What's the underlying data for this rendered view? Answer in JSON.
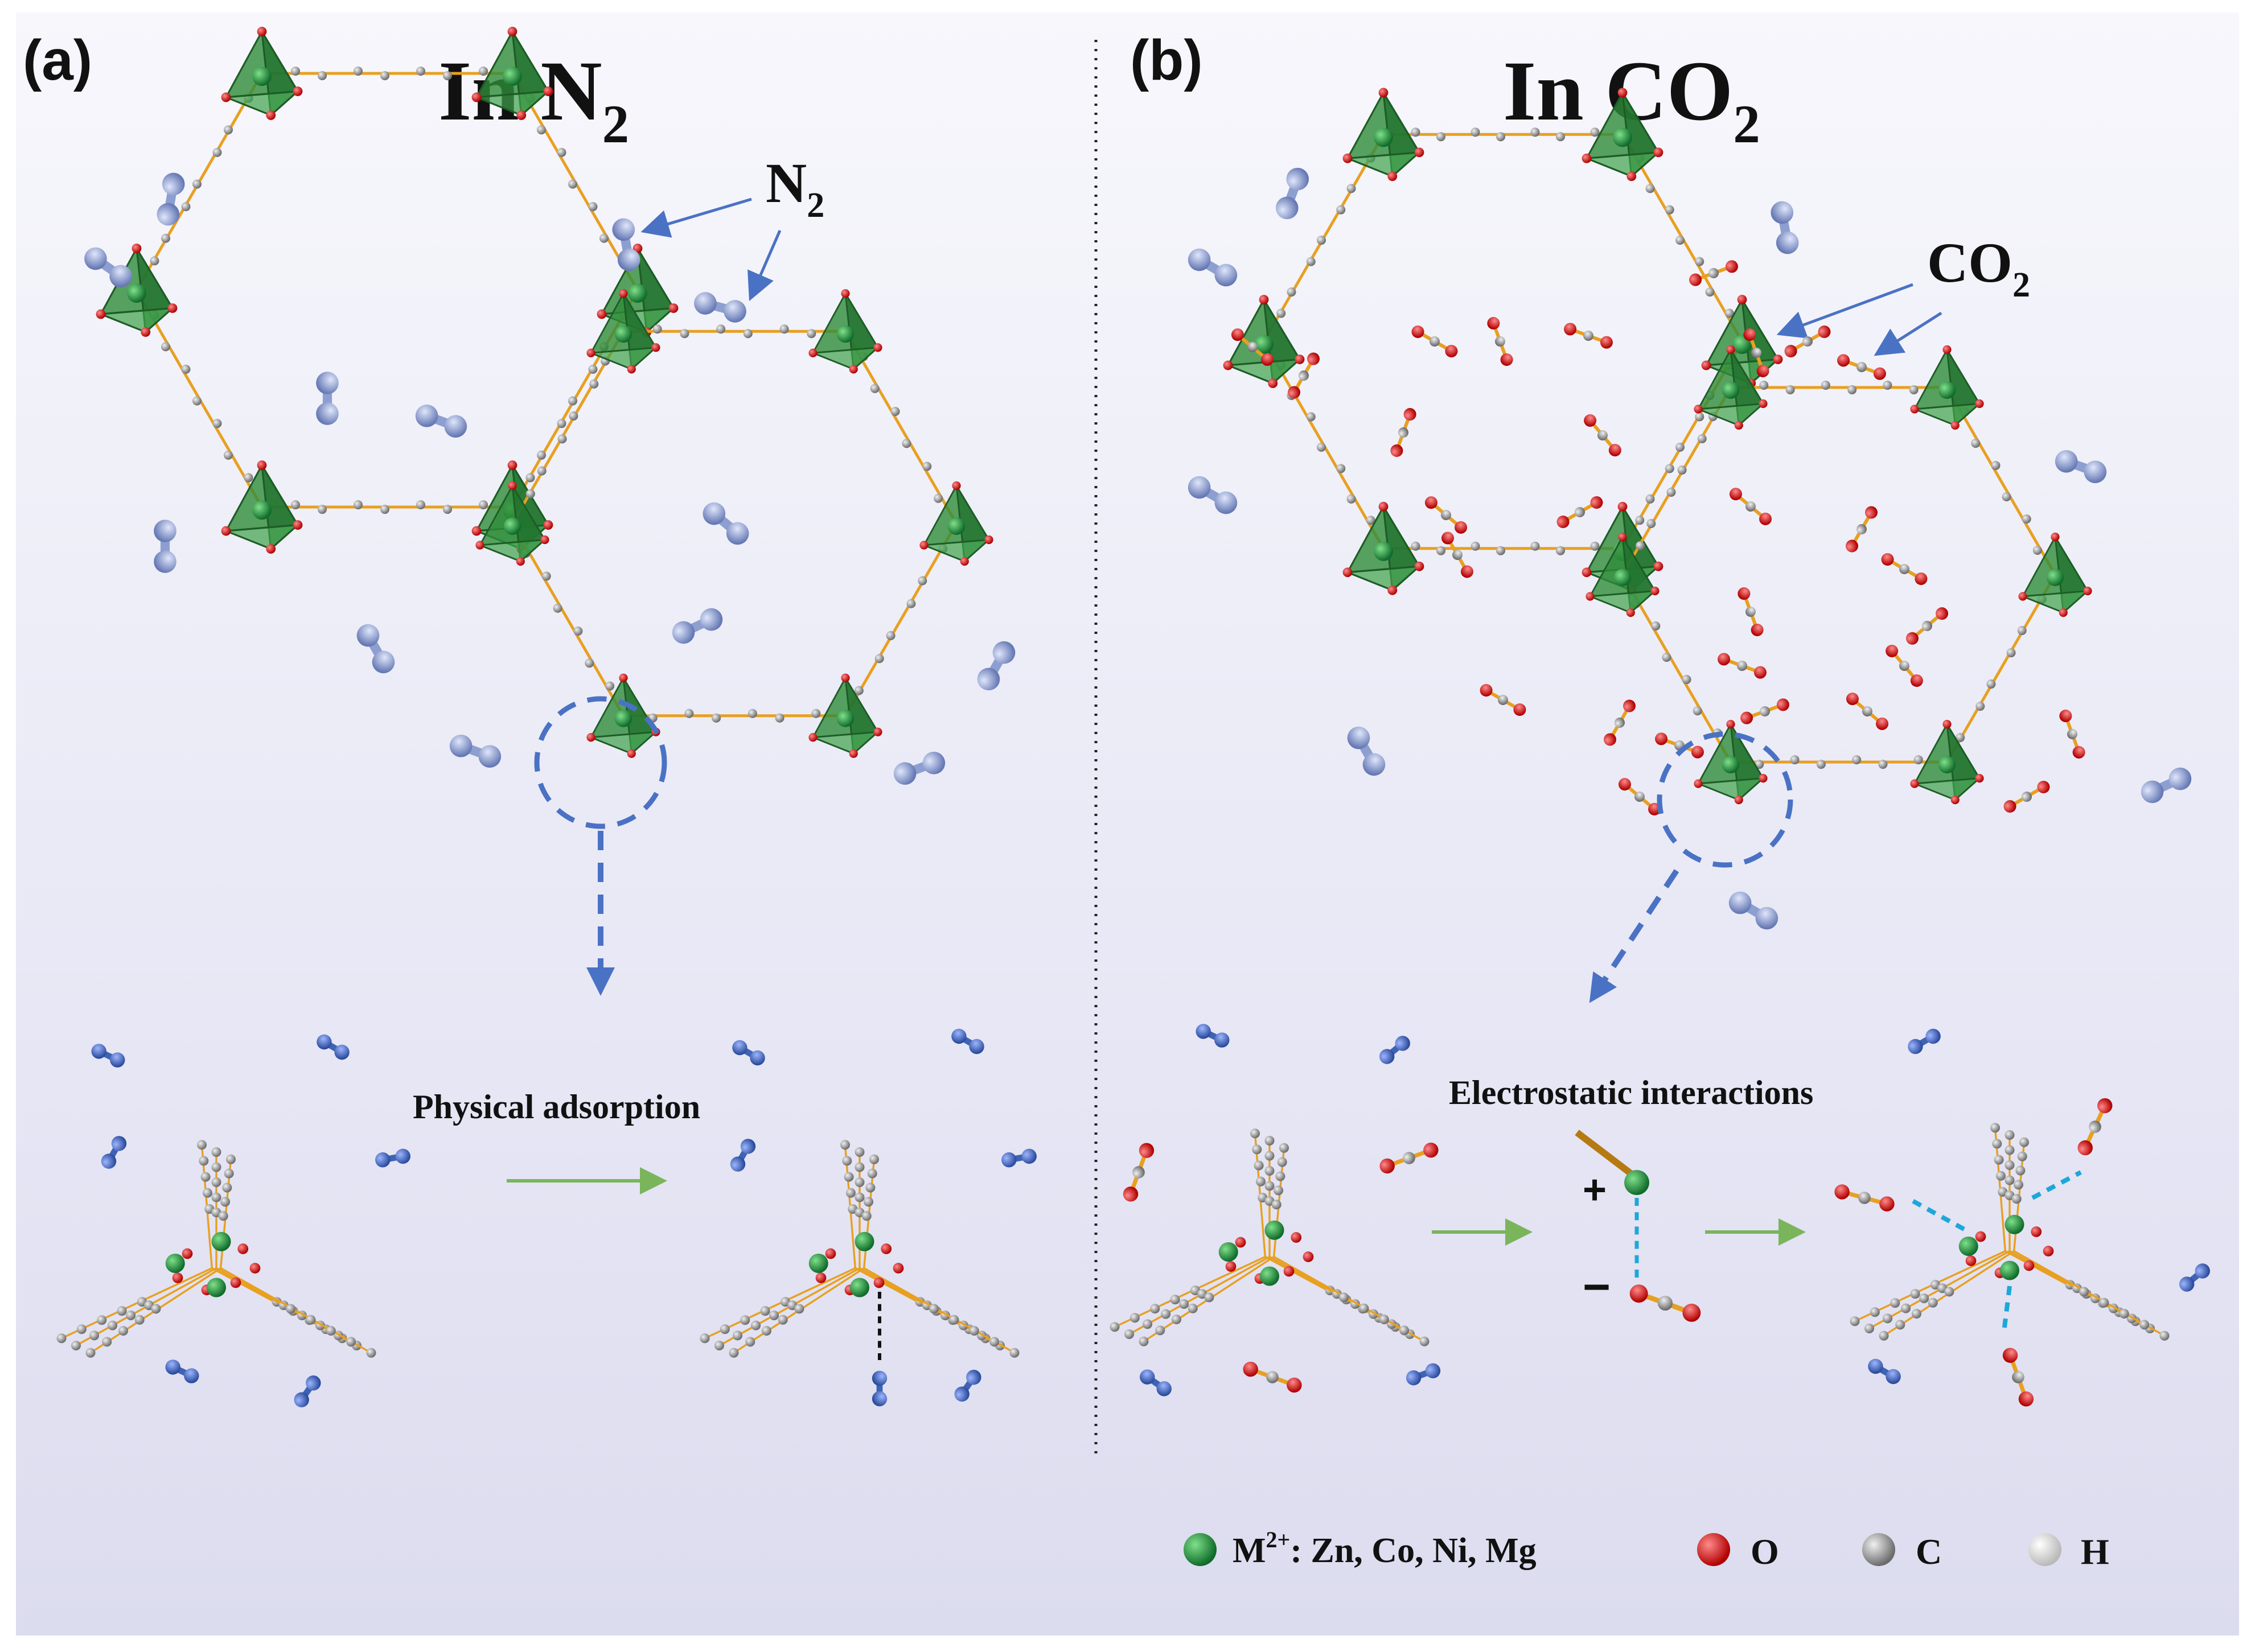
{
  "panel_a": {
    "label": "(a)",
    "title_main": "In N",
    "title_sub": "2",
    "gas_main": "N",
    "gas_sub": "2",
    "process": "Physical adsorption"
  },
  "panel_b": {
    "label": "(b)",
    "title_main": "In CO",
    "title_sub": "2",
    "gas_main": "CO",
    "gas_sub": "2",
    "process": "Electrostatic interactions",
    "plus": "+",
    "minus": "−"
  },
  "legend": {
    "metal_main": "M",
    "metal_sup": "2+",
    "metal_rest": ": Zn, Co, Ni, Mg",
    "oxygen": "O",
    "carbon": "C",
    "hydrogen": "H"
  },
  "colors": {
    "metal": "#1f8a3a",
    "tetra": "#2f8c3a",
    "oxygen": "#d61818",
    "carbon": "#9a9a9a",
    "hydrogen": "#eeeeee",
    "n2_light": "#8c9fd0",
    "n2_dark": "#3f63b4",
    "bond": "#e8a020",
    "arrow_blue": "#4a72c4",
    "arrow_green": "#7ab55c",
    "dashed_cyan": "#1ea7d8"
  }
}
